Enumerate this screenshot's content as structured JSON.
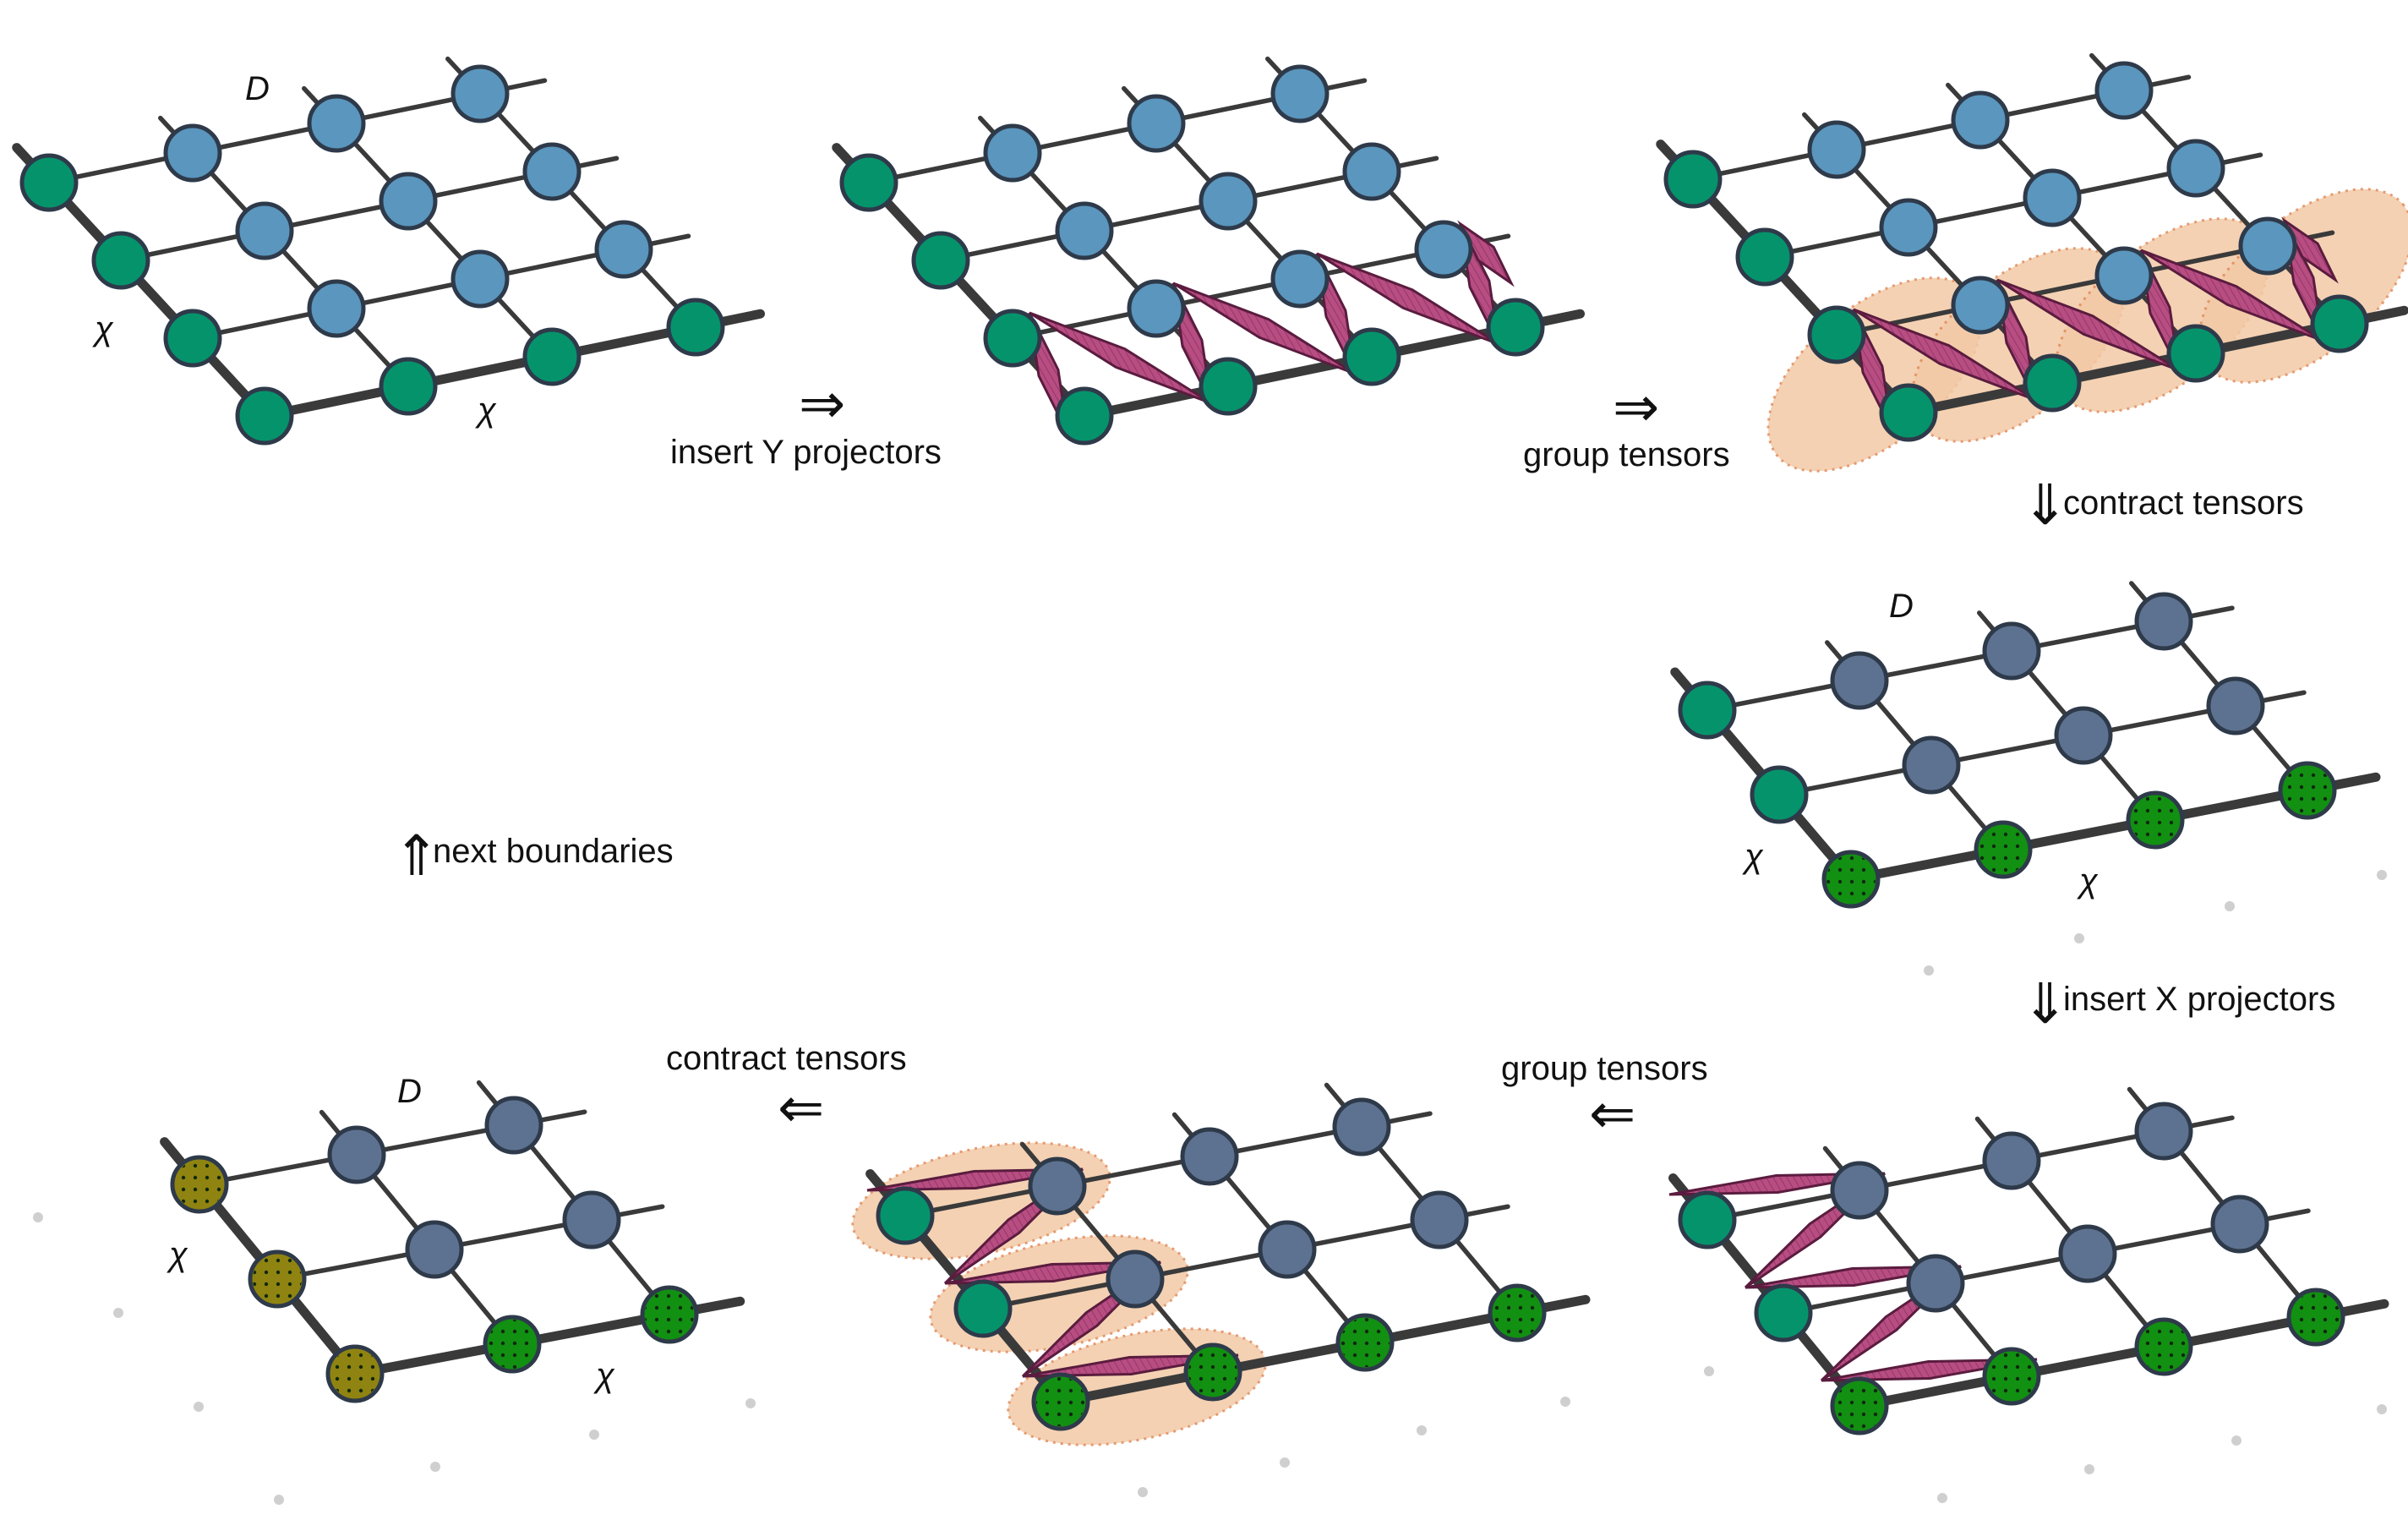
{
  "labels": {
    "insert_y": "insert Y projectors",
    "group_1": "group tensors",
    "contract_1": "contract tensors",
    "insert_x": "insert X projectors",
    "group_2": "group tensors",
    "contract_2": "contract tensors",
    "next": "next boundaries"
  },
  "symbols": {
    "D": "D",
    "chi": "χ"
  },
  "arrows": {
    "right": "⇒",
    "left": "⇐",
    "down": "⇓",
    "up": "⇑"
  },
  "colors": {
    "teal": "#05936c",
    "blue": "#5a96be",
    "slate": "#5d7290",
    "green_dotted": "#129012",
    "olive_dotted": "#8f8411",
    "projector": "#b84d82",
    "group_fill": "#f3c9a6",
    "group_outline": "#e08a5a",
    "edge": "#3a3a3a"
  }
}
